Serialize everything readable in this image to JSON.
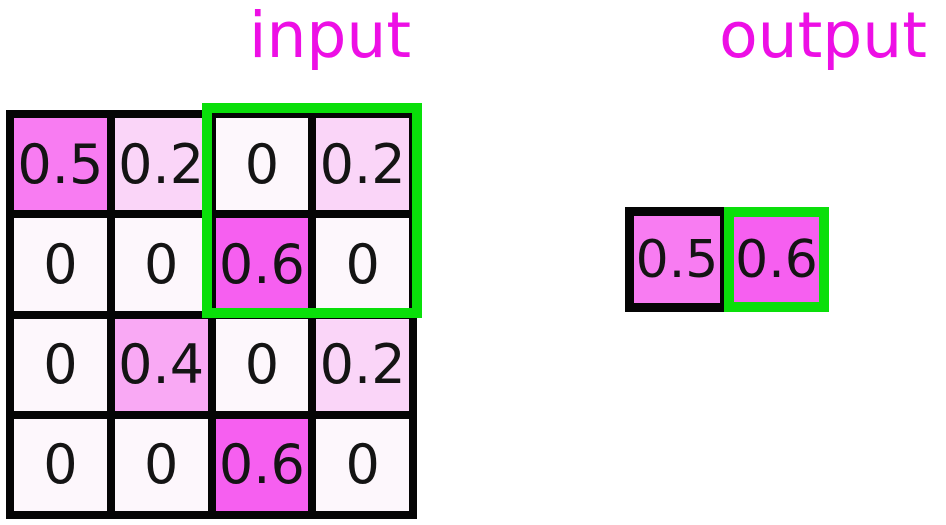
{
  "diagram": {
    "input": {
      "title": "input",
      "grid": [
        [
          "0.5",
          "0.2",
          "0",
          "0.2"
        ],
        [
          "0",
          "0",
          "0.6",
          "0"
        ],
        [
          "0",
          "0.4",
          "0",
          "0.2"
        ],
        [
          "0",
          "0",
          "0.6",
          "0"
        ]
      ],
      "highlighted_window": {
        "rows": [
          0,
          1
        ],
        "cols": [
          2,
          3
        ]
      }
    },
    "output": {
      "title": "output",
      "cells": [
        {
          "value": "0.5",
          "highlighted": false
        },
        {
          "value": "0.6",
          "highlighted": true
        }
      ]
    },
    "colors": {
      "title_text": "#ED0FE5",
      "number_text": "#141414",
      "cell_border": "#050505",
      "highlight_border": "#0ADF0A",
      "value_fill": {
        "0": "#FDF7FC",
        "0.2": "#FAD5F8",
        "0.4": "#F9A9F4",
        "0.5": "#F87CF2",
        "0.6": "#F65FF0"
      }
    }
  }
}
